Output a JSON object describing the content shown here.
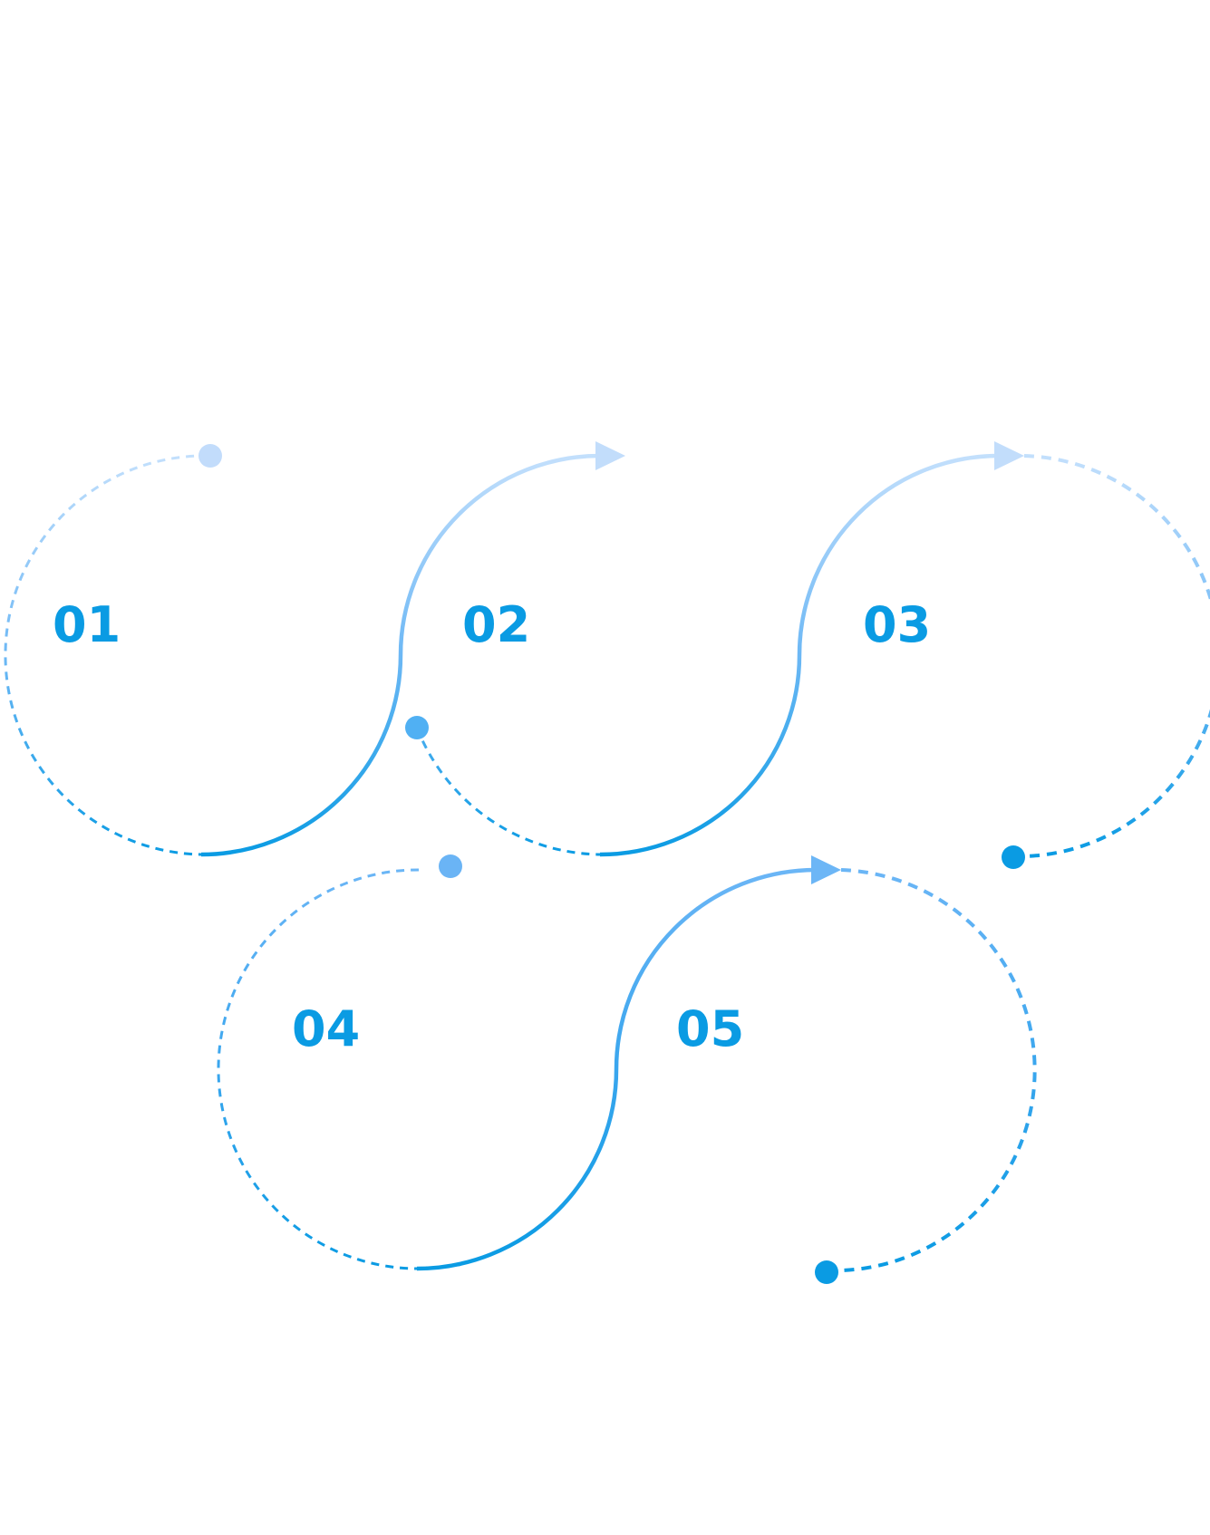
{
  "steps": [
    {
      "label": "01"
    },
    {
      "label": "02"
    },
    {
      "label": "03"
    },
    {
      "label": "04"
    },
    {
      "label": "05"
    }
  ],
  "colors": {
    "label": "#0a9be3",
    "dark": "#0a9be3",
    "mid": "#4fb0f5",
    "light": "#bfdcfb",
    "background": "#ffffff"
  }
}
